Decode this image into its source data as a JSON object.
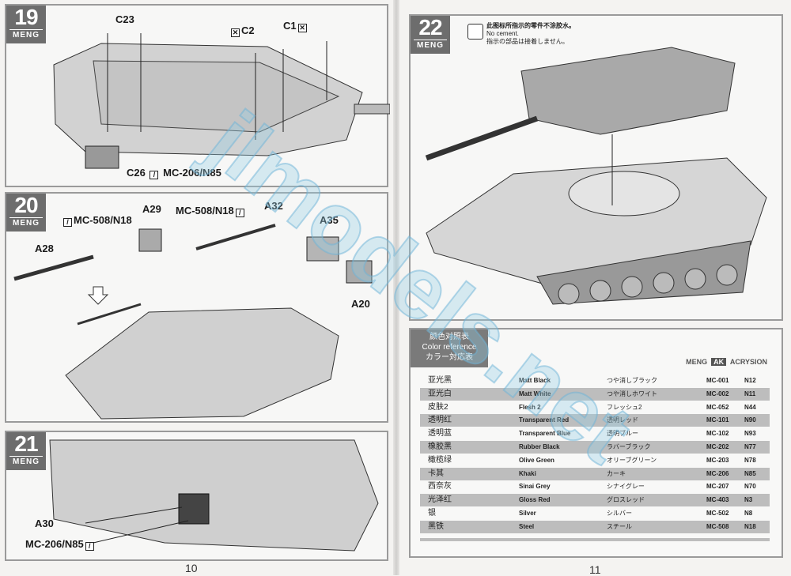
{
  "brand": "MENG",
  "left_page": {
    "page_number": "10",
    "step19": {
      "number": "19",
      "labels": {
        "c23": "C23",
        "c2": "C2",
        "c1": "C1",
        "c26": "C26",
        "paint": "MC-206/N85"
      }
    },
    "step20": {
      "number": "20",
      "labels": {
        "paint1": "MC-508/N18",
        "a29": "A29",
        "paint2": "MC-508/N18",
        "a32": "A32",
        "a35": "A35",
        "a28": "A28",
        "a20": "A20"
      }
    },
    "step21": {
      "number": "21",
      "labels": {
        "a30": "A30",
        "paint": "MC-206/N85"
      }
    }
  },
  "right_page": {
    "page_number": "11",
    "step22": {
      "number": "22",
      "note": {
        "cn": "此图标所指示的零件不涂胶水。",
        "en": "No cement.",
        "jp": "指示の部品は接着しません。"
      }
    },
    "color_table": {
      "title_cn": "颜色对照表",
      "title_en": "Color reference",
      "title_jp": "カラー対応表",
      "logos": [
        "MENG",
        "AK",
        "ACRYSION"
      ],
      "rows": [
        [
          "亚光黑",
          "Matt Black",
          "つや消しブラック",
          "MC-001",
          "N12"
        ],
        [
          "亚光白",
          "Matt White",
          "つや消しホワイト",
          "MC-002",
          "N11"
        ],
        [
          "皮肤2",
          "Flesh 2",
          "フレッシュ2",
          "MC-052",
          "N44"
        ],
        [
          "透明红",
          "Transparent Red",
          "透明レッド",
          "MC-101",
          "N90"
        ],
        [
          "透明蓝",
          "Transparent Blue",
          "透明ブルー",
          "MC-102",
          "N93"
        ],
        [
          "橡胶黑",
          "Rubber Black",
          "ラバーブラック",
          "MC-202",
          "N77"
        ],
        [
          "橄榄绿",
          "Olive Green",
          "オリーブグリーン",
          "MC-203",
          "N78"
        ],
        [
          "卡其",
          "Khaki",
          "カーキ",
          "MC-206",
          "N85"
        ],
        [
          "西奈灰",
          "Sinai Grey",
          "シナイグレー",
          "MC-207",
          "N70"
        ],
        [
          "光泽红",
          "Gloss Red",
          "グロスレッド",
          "MC-403",
          "N3"
        ],
        [
          "银",
          "Silver",
          "シルバー",
          "MC-502",
          "N8"
        ],
        [
          "黑铁",
          "Steel",
          "スチール",
          "MC-508",
          "N18"
        ]
      ]
    }
  },
  "watermark": "jlmodels.net"
}
